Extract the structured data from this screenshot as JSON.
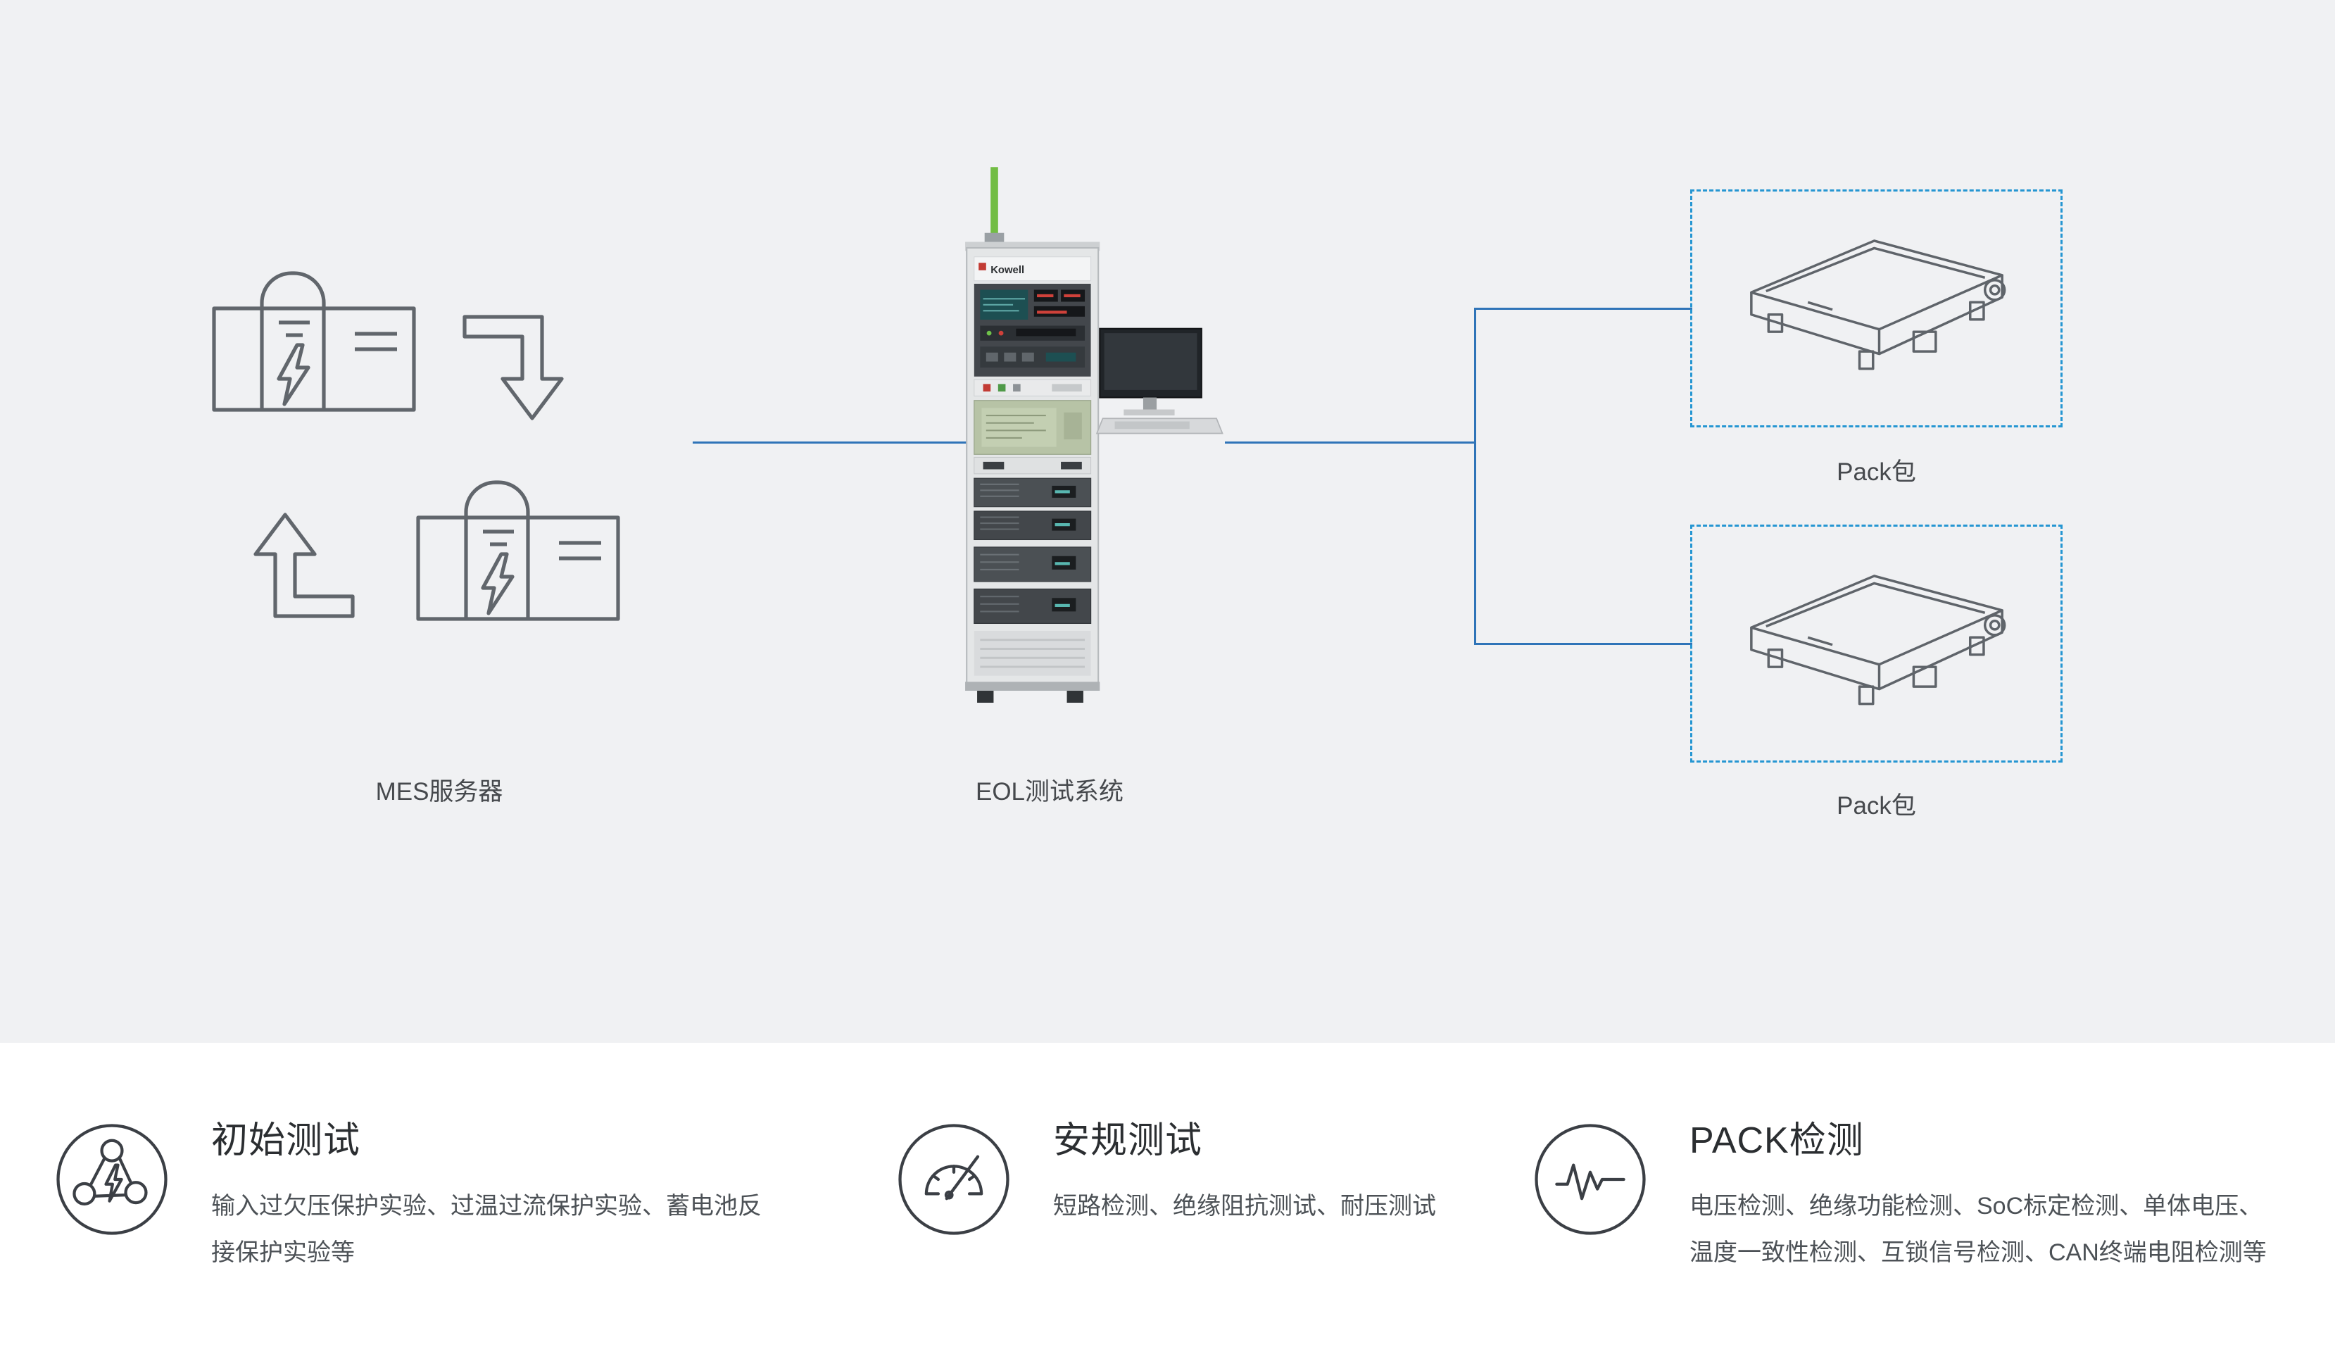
{
  "colors": {
    "diagram_background": "#f0f1f3",
    "section_background": "#ffffff",
    "connector_blue": "#2f74b8",
    "dashed_border_blue": "#2596d2",
    "outline_gray": "#61666c",
    "text_dark": "#2b2e31",
    "text_muted": "#4c5156",
    "antenna_green": "#72bd44"
  },
  "diagram": {
    "mes": {
      "label": "MES服务器"
    },
    "eol": {
      "label": "EOL测试系统",
      "brand": "Kowell"
    },
    "packs": [
      {
        "label": "Pack包"
      },
      {
        "label": "Pack包"
      }
    ]
  },
  "features": [
    {
      "icon": "network-lightning-icon",
      "title": "初始测试",
      "description": "输入过欠压保护实验、过温过流保护实验、蓄电池反接保护实验等"
    },
    {
      "icon": "gauge-icon",
      "title": "安规测试",
      "description": "短路检测、绝缘阻抗测试、耐压测试"
    },
    {
      "icon": "pulse-icon",
      "title": "PACK检测",
      "description": "电压检测、绝缘功能检测、SoC标定检测、单体电压、温度一致性检测、互锁信号检测、CAN终端电阻检测等"
    }
  ]
}
